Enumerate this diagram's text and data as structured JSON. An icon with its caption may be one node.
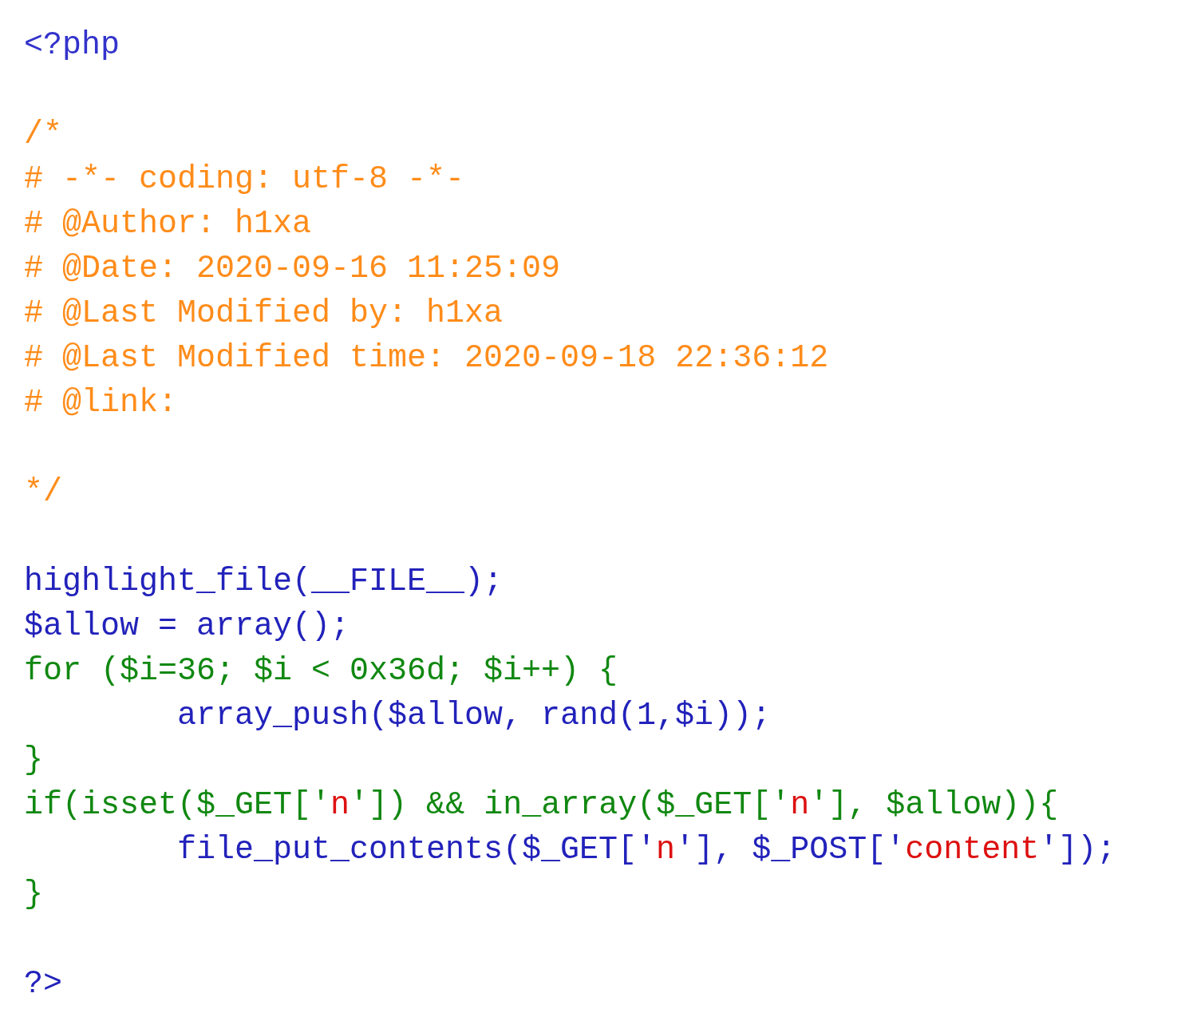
{
  "diagram": {
    "labels": [
      "<?php",
      "/*",
      "# -*- coding: utf-8 -*-",
      "# @Author: h1xa",
      "# @Date: 2020-09-16 11:25:09",
      "# @Last Modified by: h1xa",
      "# @Last Modified time: 2020-09-18 22:36:12",
      "# @link:",
      "*/",
      "highlight_file(__FILE__);",
      "$allow = array();",
      "for ($i=36; $i < 0x36d; $i++) {",
      "array_push($allow, rand(1,$i));",
      "}",
      "if(isset($_GET['n']) && in_array($_GET['n'], $allow)){",
      "file_put_contents($_GET['n'], $_POST['content']);",
      "}",
      "?>"
    ]
  }
}
